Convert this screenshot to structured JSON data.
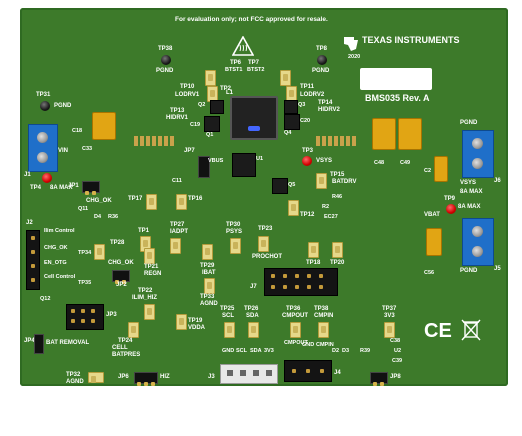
{
  "board": {
    "notice": "For evaluation only; not FCC approved for resale.",
    "brand": "TEXAS INSTRUMENTS",
    "year": "2020",
    "model": "BMS035 Rev. A"
  },
  "connectors": {
    "j1": "J1",
    "j2": "J2",
    "j3": "J3",
    "j4": "J4",
    "j5": "J5",
    "j6": "J6",
    "j7": "J7",
    "j1_vin": "VIN",
    "j1_max": "8A MAX",
    "j6_pgnd": "PGND",
    "j6_vsys": "VSYS",
    "j6_max": "8A MAX",
    "j5_vbat": "VBAT",
    "j5_max": "8A MAX",
    "j5_pgnd": "PGND"
  },
  "test_points": {
    "tp38": "TP38",
    "tp38_name": "PGND",
    "tp8": "TP8",
    "tp8_name": "PGND",
    "tp31": "TP31",
    "tp31_name": "PGND",
    "tp4": "TP4",
    "tp9": "TP9",
    "tp6": "TP6",
    "tp6_name": "BTST1",
    "tp7": "TP7",
    "tp7_name": "BTST2",
    "tp10": "TP10",
    "tp10_name": "LODRV1",
    "tp11": "TP11",
    "tp11_name": "LODRV2",
    "tp13": "TP13",
    "tp13_name": "HIDRV1",
    "tp14": "TP14",
    "tp14_name": "HIDRV2",
    "tp3": "TP3",
    "tp3_name": "VSYS",
    "tp15": "TP15",
    "tp15_name": "BATDRV",
    "tp12": "TP12",
    "tp27": "TP27",
    "tp27_name": "IADPT",
    "tp30": "TP30",
    "tp30_name": "PSYS",
    "tp23": "TP23",
    "tp23_name": "PROCHOT",
    "tp21": "TP21",
    "tp21_name": "REGN",
    "tp29": "TP29",
    "tp29_name": "IBAT",
    "tp18": "TP18",
    "tp20": "TP20",
    "tp33": "TP33",
    "tp33_name": "AGND",
    "tp22": "TP22",
    "tp22_name": "ILIM_HIZ",
    "tp19": "TP19",
    "tp19_name": "VDDA",
    "tp25": "TP25",
    "tp25_name": "SCL",
    "tp26": "TP26",
    "tp26_name": "SDA",
    "tp36": "TP36",
    "tp36_name": "CMPOUT",
    "tp38b": "TP38",
    "tp38b_name": "CMPIN",
    "tp37": "TP37",
    "tp37_name": "3V3",
    "tp24": "TP24",
    "tp24_name": "CELL BATPRES",
    "tp32": "TP32",
    "tp32_name": "AGND",
    "tp17": "TP17",
    "tp16": "TP16",
    "tp28": "TP28",
    "tp28_name": "CHG_OK",
    "tp34": "TP34",
    "tp35": "TP35",
    "tp1": "TP1",
    "tp2": "TP2"
  },
  "jumpers": {
    "jp1": "JP1",
    "jp2": "JP2",
    "jp3": "JP3",
    "jp4": "JP4",
    "jp6": "JP6",
    "jp6_name": "HIZ",
    "jp7": "JP7",
    "jp7_name": "VBUS",
    "jp8": "JP8",
    "bat_removal": "BAT REMOVAL"
  },
  "j2_labels": [
    "Ilim Control",
    "CHG_OK",
    "EN_OTG",
    "Cell Control"
  ],
  "j3_labels": [
    "GND",
    "SCL",
    "SDA",
    "3V3"
  ],
  "j4_labels": [
    "CMPOUT",
    "GND",
    "CMPIN"
  ],
  "parts": {
    "chg_ok": "CHG_OK",
    "q11": "Q11",
    "d4": "D4",
    "r36": "R36",
    "q12": "Q12",
    "l1": "L1",
    "u1": "U1",
    "q1": "Q1",
    "q2": "Q2",
    "q3": "Q3",
    "q4": "Q4",
    "q5": "Q5",
    "c19": "C19",
    "c20": "C20",
    "c18": "C18",
    "c56": "C56",
    "r2": "R2",
    "ec27": "EC27",
    "r46": "R46",
    "d2": "D2",
    "d3": "D3",
    "r39": "R39",
    "c38": "C38",
    "u2": "U2",
    "c39": "C39",
    "c48": "C48",
    "c49": "C49",
    "c2": "C2",
    "c11": "C11",
    "c33": "C33"
  }
}
